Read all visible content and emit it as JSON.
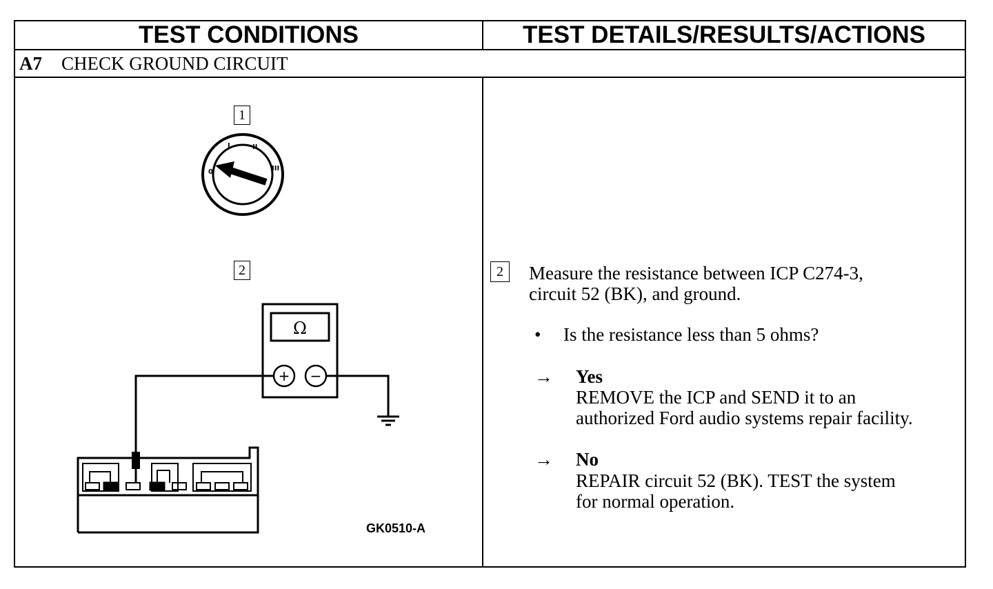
{
  "header": {
    "left": "TEST CONDITIONS",
    "right": "TEST DETAILS/RESULTS/ACTIONS"
  },
  "section": {
    "number": "A7",
    "title": "CHECK GROUND CIRCUIT"
  },
  "left_panel": {
    "step1_label": "1",
    "step2_label": "2",
    "switch_positions": [
      "0",
      "I",
      "II",
      "III"
    ],
    "meter_symbol": "Ω",
    "meter_plus": "+",
    "meter_minus": "−",
    "figure_id": "GK0510-A"
  },
  "right_panel": {
    "step_label": "2",
    "instruction_line1": "Measure the resistance between ICP C274-3,",
    "instruction_line2": "circuit 52 (BK), and ground.",
    "bullet": "•",
    "question": "Is the resistance less than 5 ohms?",
    "arrow": "→",
    "yes_label": "Yes",
    "yes_line1": "REMOVE the ICP and SEND it to an",
    "yes_line2": "authorized Ford audio systems repair facility.",
    "no_label": "No",
    "no_line1": "REPAIR circuit 52 (BK). TEST the system",
    "no_line2": "for normal operation."
  }
}
